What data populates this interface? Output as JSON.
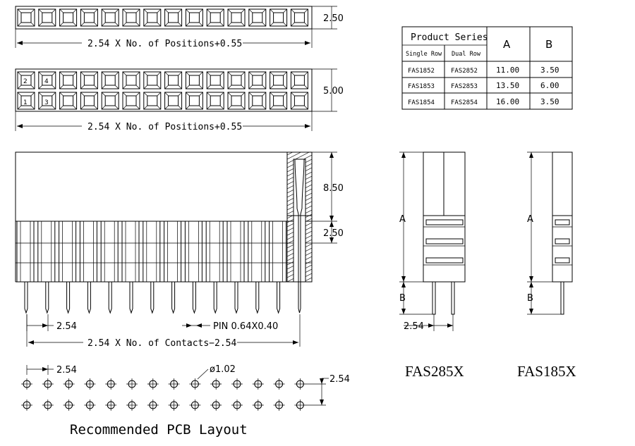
{
  "top_view_single": {
    "height_dim": "2.50",
    "length_dim": "2.54 X No. of Positions+0.55"
  },
  "top_view_dual": {
    "height_dim": "5.00",
    "length_dim": "2.54 X No. of Positions+0.55",
    "pin_numbers": [
      "2",
      "4",
      "1",
      "3"
    ]
  },
  "product_table": {
    "header": "Product Series",
    "col_single": "Single Row",
    "col_dual": "Dual Row",
    "col_a": "A",
    "col_b": "B",
    "rows": [
      {
        "single": "FAS1852",
        "dual": "FAS2852",
        "a": "11.00",
        "b": "3.50"
      },
      {
        "single": "FAS1853",
        "dual": "FAS2853",
        "a": "13.50",
        "b": "6.00"
      },
      {
        "single": "FAS1854",
        "dual": "FAS2854",
        "a": "16.00",
        "b": "3.50"
      }
    ]
  },
  "side_view": {
    "body_height": "8.50",
    "lower_height": "2.50",
    "pitch": "2.54",
    "pin_spec": "PIN 0.64X0.40",
    "length_dim": "2.54 X No. of Contacts−2.54"
  },
  "profile_285": {
    "label_a": "A",
    "label_b": "B",
    "pitch": "2.54",
    "name": "FAS285X"
  },
  "profile_185": {
    "label_a": "A",
    "label_b": "B",
    "name": "FAS185X"
  },
  "pcb_layout": {
    "pitch_x": "2.54",
    "hole_dia": "ø1.02",
    "pitch_y": "2.54",
    "title": "Recommended PCB Layout",
    "columns": 14,
    "rows": 2
  }
}
